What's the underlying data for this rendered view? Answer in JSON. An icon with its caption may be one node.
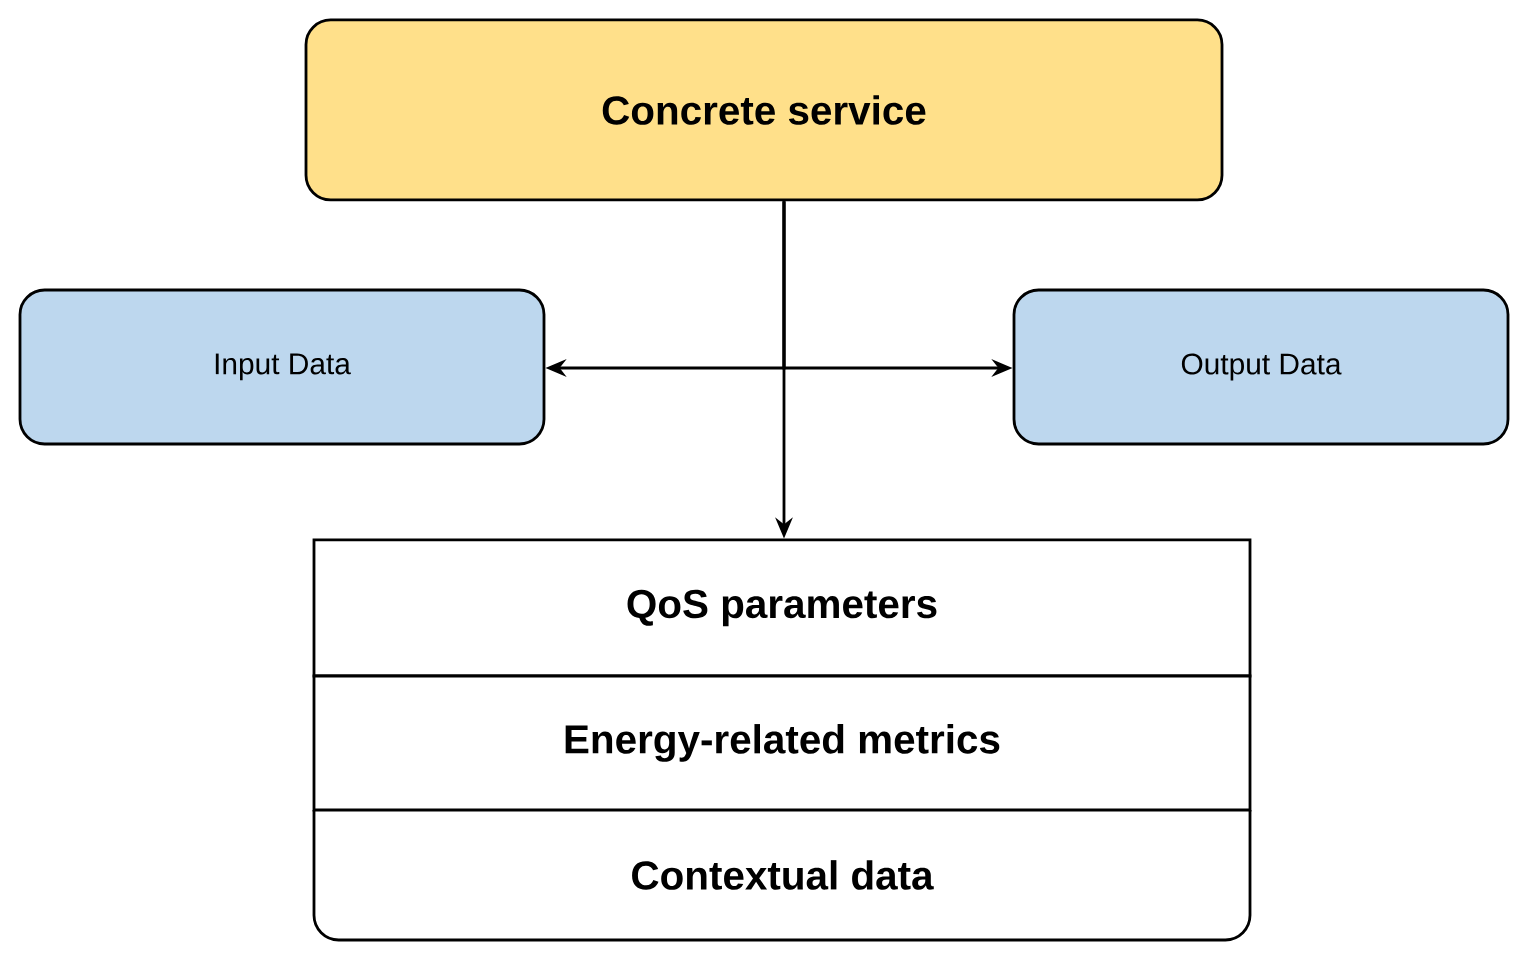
{
  "diagram": {
    "nodes": [
      {
        "text": [
          "Concrete service"
        ]
      },
      {
        "text": [
          "Input Data"
        ]
      },
      {
        "text": [
          "Output Data"
        ]
      },
      {
        "text": [
          "QoS parameters"
        ]
      },
      {
        "text": [
          "Energy-related metrics"
        ]
      },
      {
        "text": [
          "Contextual data"
        ]
      }
    ],
    "edges": [
      {
        "from": 0,
        "to": 3,
        "arrow": "to"
      },
      {
        "from": 0,
        "to": 1,
        "arrow": "to"
      },
      {
        "from": 0,
        "to": 2,
        "arrow": "to"
      }
    ]
  }
}
